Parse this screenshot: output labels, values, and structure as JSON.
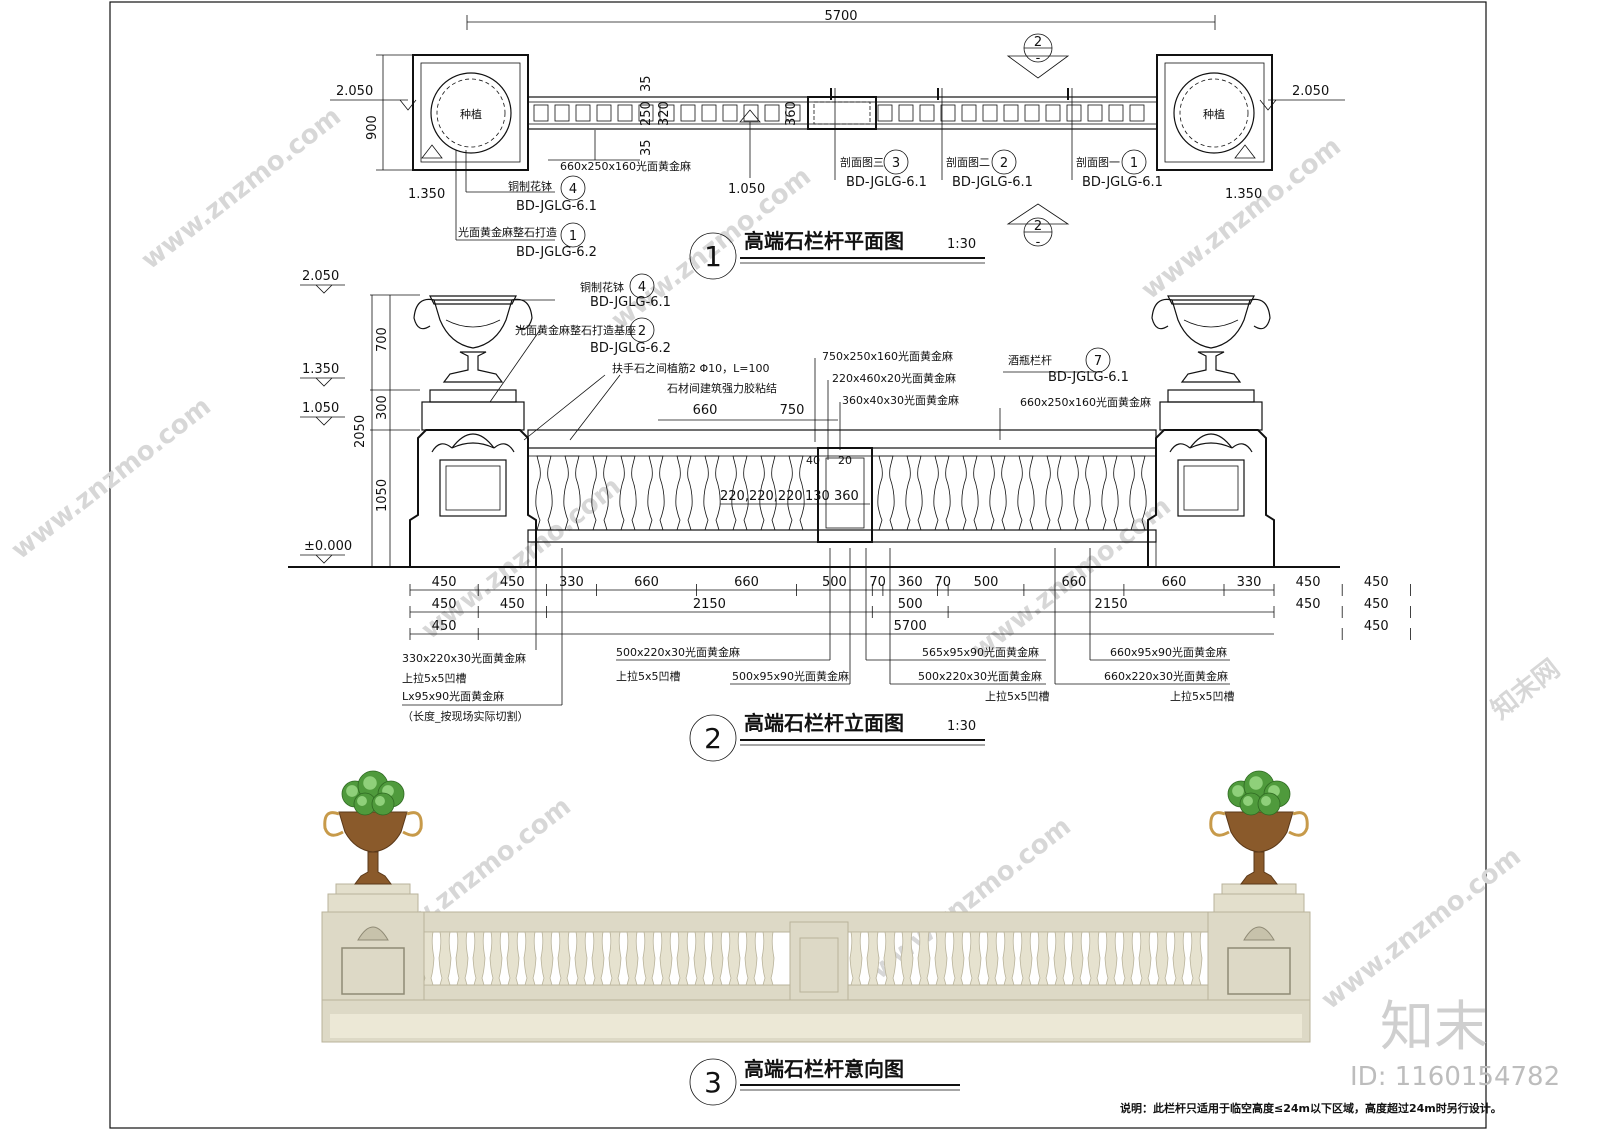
{
  "watermark": {
    "site": "www.znzmo.com",
    "brand_cn": "知末网",
    "brand_logo": "知末",
    "id_label": "ID: 1160154782"
  },
  "plan": {
    "title": "高端石栏杆平面图",
    "number": "1",
    "scale": "1:30",
    "dims": {
      "total": "5700",
      "d35a": "35",
      "d250": "250",
      "d35b": "35",
      "d320": "320",
      "d360": "360",
      "d900": "900"
    },
    "levels": {
      "left_top": "2.050",
      "right_top": "2.050",
      "left_bottom": "1.350",
      "right_bottom": "1.350",
      "mid": "1.050"
    },
    "planter_text": "种植",
    "notes": {
      "rail": "660x250x160光面黄金麻",
      "urn": "铜制花钵",
      "base": "光面黄金麻整石打造"
    },
    "refs": {
      "urn": {
        "num": "4",
        "code": "BD-JGLG-6.1"
      },
      "base": {
        "num": "1",
        "code": "BD-JGLG-6.2"
      },
      "sec3": {
        "label": "剖面图三",
        "num": "3",
        "code": "BD-JGLG-6.1"
      },
      "sec2": {
        "label": "剖面图二",
        "num": "2",
        "code": "BD-JGLG-6.1"
      },
      "sec1": {
        "label": "剖面图一",
        "num": "1",
        "code": "BD-JGLG-6.1"
      },
      "elev_top": {
        "num": "2",
        "sub": "-"
      },
      "elev_bot": {
        "num": "2",
        "sub": "-"
      }
    }
  },
  "elevation": {
    "title": "高端石栏杆立面图",
    "number": "2",
    "scale": "1:30",
    "levels": {
      "l2050": "2.050",
      "l1350": "1.350",
      "l1050": "1.050",
      "l0": "±0.000"
    },
    "vdims": {
      "v700": "700",
      "v300": "300",
      "v2050": "2050",
      "v1050": "1050"
    },
    "top_notes": {
      "urn": "铜制花钵",
      "urn_code": "BD-JGLG-6.1",
      "urn_num": "4",
      "base": "光面黄金麻整石打造基座",
      "base_code": "BD-JGLG-6.2",
      "base_num": "2",
      "rebar": "扶手石之间植筋2 Φ10，L=100",
      "glue": "石材间建筑强力胶粘结",
      "n750": "750x250x160光面黄金麻",
      "n220": "220x460x20光面黄金麻",
      "n360": "360x40x30光面黄金麻",
      "n660": "660x250x160光面黄金麻",
      "baluster": "酒瓶栏杆",
      "baluster_num": "7",
      "baluster_code": "BD-JGLG-6.1"
    },
    "inner_dims": {
      "i660": "660",
      "i750": "750",
      "i40": "40",
      "i20": "20",
      "i220": "220,220,220",
      "i130": "130",
      "i360": "360"
    },
    "row1": [
      "450",
      "450",
      "330",
      "660",
      "660",
      "500",
      "70",
      "360",
      "70",
      "500",
      "660",
      "660",
      "330",
      "450",
      "450"
    ],
    "row2": [
      "450",
      "450",
      "2150",
      "500",
      "2150",
      "450",
      "450"
    ],
    "row3": [
      "450",
      "5700",
      "450"
    ],
    "bottom_notes": {
      "b330": "330x220x30光面黄金麻",
      "b330a": "上拉5x5凹槽",
      "b330b": "Lx95x90光面黄金麻",
      "b330c": "（长度_按现场实际切割）",
      "b500a": "500x220x30光面黄金麻",
      "b500a1": "上拉5x5凹槽",
      "b500b": "500x95x90光面黄金麻",
      "b565": "565x95x90光面黄金麻",
      "b500c": "500x220x30光面黄金麻",
      "b500c1": "上拉5x5凹槽",
      "b660a": "660x95x90光面黄金麻",
      "b660b": "660x220x30光面黄金麻",
      "b660b1": "上拉5x5凹槽"
    }
  },
  "render": {
    "title": "高端石栏杆意向图",
    "number": "3"
  },
  "footnote": "说明：此栏杆只适用于临空高度≤24m以下区域，高度超过24m时另行设计。",
  "colors": {
    "stone": "#ddd9c6",
    "stone_dark": "#b9b39b",
    "bronze": "#8a5a2b",
    "leaf": "#4f9a3c",
    "leaf_light": "#8fd07a"
  }
}
